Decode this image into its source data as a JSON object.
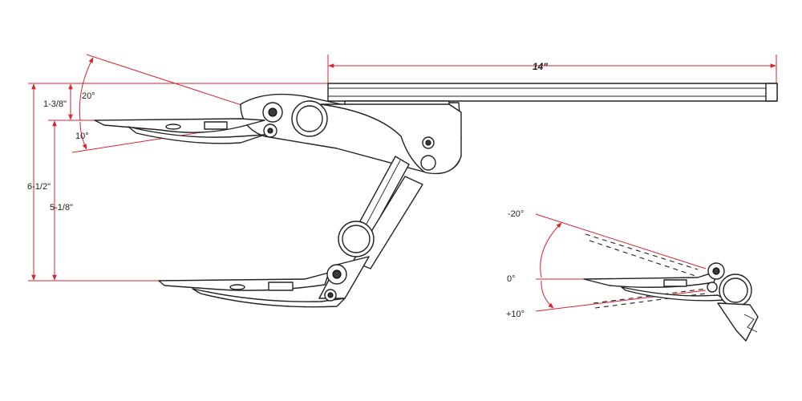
{
  "dimensions": {
    "rail_length": "14\"",
    "tilt_up_main": "20°",
    "tilt_down_main": "10°",
    "top_offset": "1-3/8\"",
    "total_drop": "6-1/2\"",
    "platform_drop": "5-1/8\""
  },
  "tilt_detail": {
    "minus_20": "-20°",
    "zero": "0°",
    "plus_10": "+10°"
  },
  "colors": {
    "dimension_line": "#d9232e",
    "part_line": "#222222"
  }
}
